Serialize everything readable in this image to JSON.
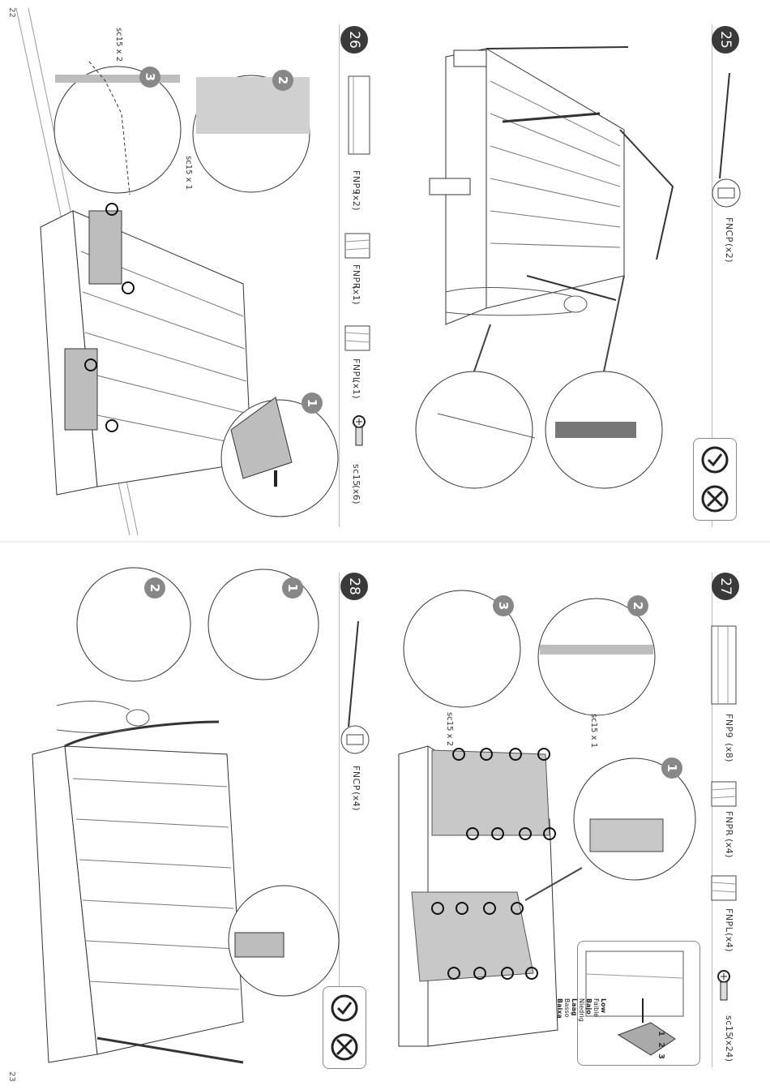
{
  "pages": {
    "left_number": "22",
    "bottom_number": "23"
  },
  "steps": [
    {
      "number": "25",
      "parts": [
        {
          "code": "FNCP",
          "qty": "(x2)"
        }
      ]
    },
    {
      "number": "26",
      "parts": [
        {
          "code": "FNP9",
          "qty": "(x2)"
        },
        {
          "code": "FNPR",
          "qty": "(x1)"
        },
        {
          "code": "FNPL",
          "qty": "(x1)"
        },
        {
          "code": "sc15",
          "qty": "(x6)"
        }
      ],
      "details": [
        "1",
        "2",
        "3"
      ],
      "screw_callouts": [
        "sc15 x 2",
        "sc15 x 1"
      ]
    },
    {
      "number": "27",
      "parts": [
        {
          "code": "FNP9",
          "qty": "(x8)"
        },
        {
          "code": "FNPR",
          "qty": "(x4)"
        },
        {
          "code": "FNPL",
          "qty": "(x4)"
        },
        {
          "code": "sc15",
          "qty": "(x24)"
        }
      ],
      "details": [
        "1",
        "2",
        "3"
      ],
      "screw_callouts": [
        "sc15 x 2",
        "sc15 x 1"
      ],
      "torque_labels": [
        "Low",
        "Faible",
        "Bajo",
        "Niedrig",
        "Laag",
        "Basso",
        "Baixa"
      ],
      "drill_settings": [
        "1",
        "2",
        "3"
      ]
    },
    {
      "number": "28",
      "parts": [
        {
          "code": "FNCP",
          "qty": "(x4)"
        }
      ],
      "details": [
        "1",
        "2"
      ]
    }
  ],
  "tools": {
    "ok_icon": "hammer-ok-icon",
    "no_icon": "hammer-no-icon"
  }
}
